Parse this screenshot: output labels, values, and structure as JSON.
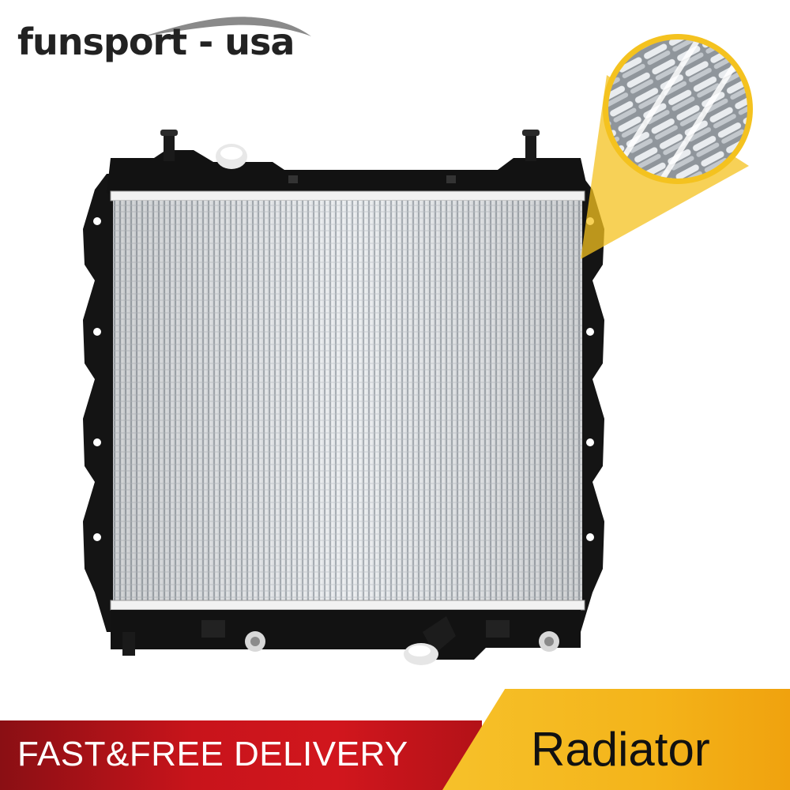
{
  "brand": {
    "name": "funsport - usa"
  },
  "banner": {
    "delivery": "FAST&FREE DELIVERY",
    "product_name": "Radiator"
  },
  "colors": {
    "red": "#c8141b",
    "yellow": "#f4b41a",
    "tank": "#111111",
    "core": "#d9dcdf"
  },
  "icons": {
    "logo_swoosh": "swoosh-icon"
  }
}
